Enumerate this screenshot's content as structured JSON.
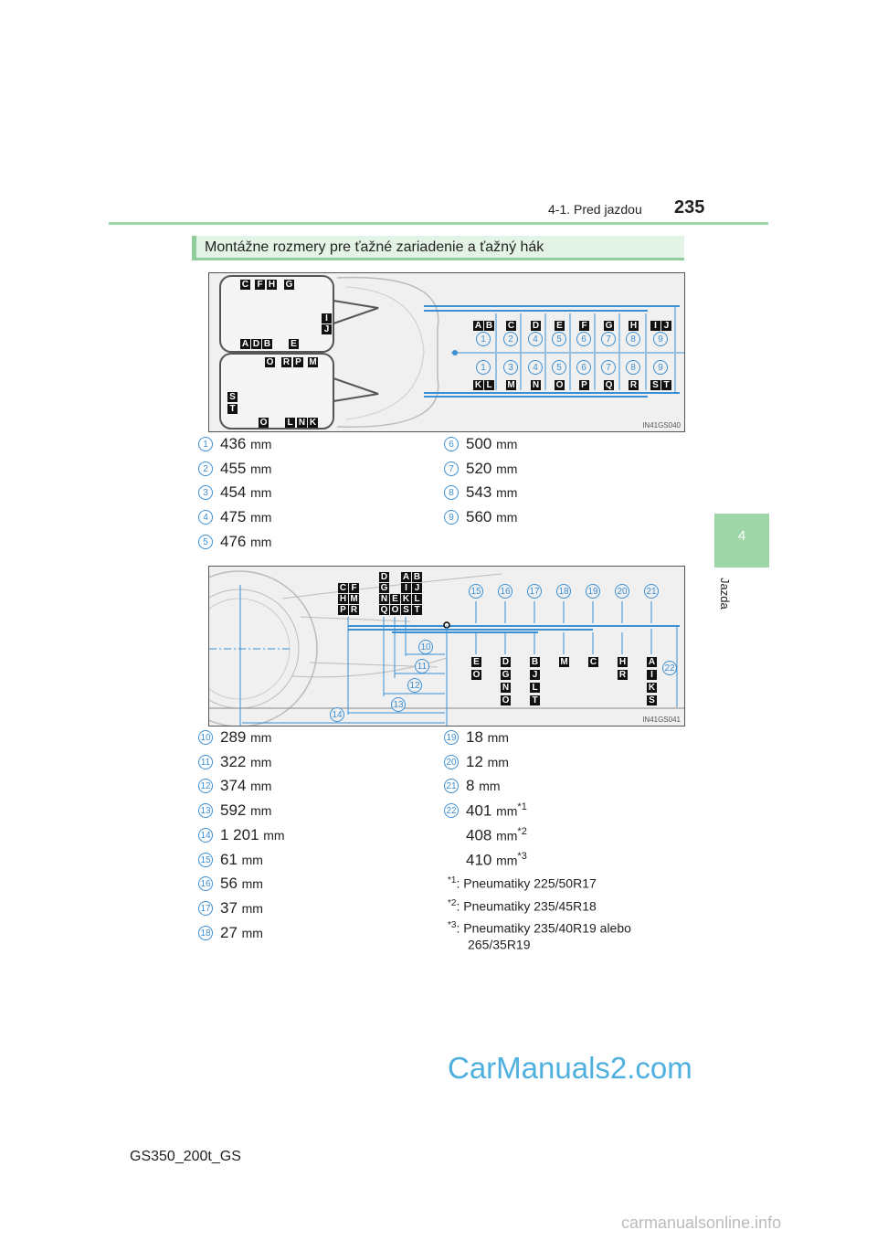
{
  "header": {
    "section": "4-1. Pred jazdou",
    "page_number": "235"
  },
  "side_tab": {
    "chapter_number": "4",
    "chapter_title": "Jazda"
  },
  "title": "Montážne rozmery pre ťažné zariadenie a ťažný hák",
  "figure1": {
    "code": "IN41GS040",
    "inset_top_labels": [
      "C",
      "F",
      "H",
      "G",
      "I",
      "J",
      "A",
      "D",
      "B",
      "E"
    ],
    "inset_bottom_labels": [
      "O",
      "R",
      "P",
      "M",
      "S",
      "T",
      "O",
      "L",
      "N",
      "K"
    ],
    "top_letters": [
      "AB",
      "C",
      "D",
      "E",
      "F",
      "G",
      "H",
      "IJ"
    ],
    "top_numbers": [
      "1",
      "2",
      "4",
      "5",
      "6",
      "7",
      "8",
      "9"
    ],
    "bottom_numbers": [
      "1",
      "3",
      "4",
      "5",
      "6",
      "7",
      "8",
      "9"
    ],
    "bottom_letters": [
      "KL",
      "M",
      "N",
      "O",
      "P",
      "Q",
      "R",
      "ST"
    ]
  },
  "list1": {
    "left": [
      {
        "n": "1",
        "v": "436",
        "u": "mm"
      },
      {
        "n": "2",
        "v": "455",
        "u": "mm"
      },
      {
        "n": "3",
        "v": "454",
        "u": "mm"
      },
      {
        "n": "4",
        "v": "475",
        "u": "mm"
      },
      {
        "n": "5",
        "v": "476",
        "u": "mm"
      }
    ],
    "right": [
      {
        "n": "6",
        "v": "500",
        "u": "mm"
      },
      {
        "n": "7",
        "v": "520",
        "u": "mm"
      },
      {
        "n": "8",
        "v": "543",
        "u": "mm"
      },
      {
        "n": "9",
        "v": "560",
        "u": "mm"
      }
    ]
  },
  "figure2": {
    "code": "IN41GS041",
    "grid_left": [
      "C",
      "F",
      "H",
      "M",
      "P",
      "R"
    ],
    "grid_mid": [
      "D",
      "G",
      "N",
      "Q",
      "E",
      "O"
    ],
    "grid_right": [
      "A",
      "B",
      "I",
      "J",
      "K",
      "L",
      "S",
      "T"
    ],
    "top_numbers": [
      "15",
      "16",
      "17",
      "18",
      "19",
      "20",
      "21"
    ],
    "bottom_columns": [
      [
        "E",
        "O"
      ],
      [
        "D",
        "G",
        "N",
        "O"
      ],
      [
        "B",
        "J",
        "L",
        "T"
      ],
      [
        "M"
      ],
      [
        "C"
      ],
      [
        "H",
        "R"
      ],
      [
        "A",
        "I",
        "K",
        "S"
      ]
    ],
    "span_numbers": [
      "10",
      "11",
      "12",
      "13",
      "14",
      "22"
    ]
  },
  "list2": {
    "left": [
      {
        "n": "10",
        "v": "289",
        "u": "mm"
      },
      {
        "n": "11",
        "v": "322",
        "u": "mm"
      },
      {
        "n": "12",
        "v": "374",
        "u": "mm"
      },
      {
        "n": "13",
        "v": "592",
        "u": "mm"
      },
      {
        "n": "14",
        "v": "1 201",
        "u": "mm"
      },
      {
        "n": "15",
        "v": "61",
        "u": "mm"
      },
      {
        "n": "16",
        "v": "56",
        "u": "mm"
      },
      {
        "n": "17",
        "v": "37",
        "u": "mm"
      },
      {
        "n": "18",
        "v": "27",
        "u": "mm"
      }
    ],
    "right": [
      {
        "n": "19",
        "v": "18",
        "u": "mm"
      },
      {
        "n": "20",
        "v": "12",
        "u": "mm"
      },
      {
        "n": "21",
        "v": "8",
        "u": "mm"
      },
      {
        "n": "22",
        "v": "401",
        "u": "mm",
        "s": "*1"
      },
      {
        "n": "",
        "v": "408",
        "u": "mm",
        "s": "*2"
      },
      {
        "n": "",
        "v": "410",
        "u": "mm",
        "s": "*3"
      }
    ]
  },
  "footnotes": [
    {
      "m": "*1",
      "t": ": Pneumatiky 225/50R17"
    },
    {
      "m": "*2",
      "t": ": Pneumatiky 235/45R18"
    },
    {
      "m": "*3",
      "t": ": Pneumatiky 235/40R19 alebo"
    },
    {
      "m": "",
      "t": "265/35R19"
    }
  ],
  "footer": "GS350_200t_GS",
  "watermark": "CarManuals2.com",
  "watermark2": "carmanualsonline.info",
  "colors": {
    "accent_green": "#9fd6a8",
    "dimension_blue": "#3b8fd4"
  }
}
